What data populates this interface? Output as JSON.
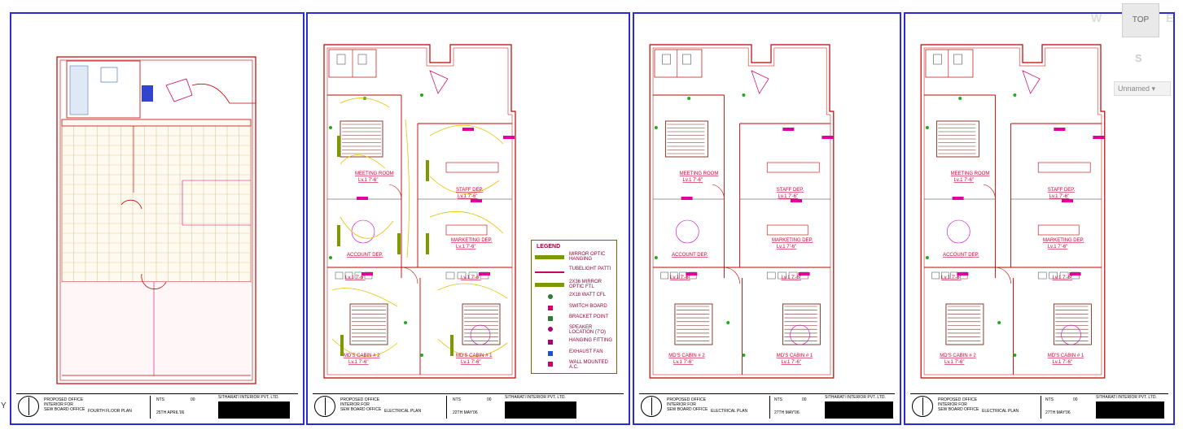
{
  "viewcube": {
    "top": "TOP",
    "west": "W",
    "east": "E",
    "south": "S",
    "view_name": "Unnamed"
  },
  "axis_label": "Y",
  "sheets": [
    {
      "plan_title": "FOURTH FLOOR PLAN",
      "project": [
        "PROPOSED OFFICE",
        "INTERIOR FOR",
        "SEW BOARD OFFICE"
      ],
      "scale": "NTS",
      "rev": "00",
      "date": "25TH APRIL'06",
      "firm": "SITHARATI INTERIOR PVT. LTD."
    },
    {
      "plan_title": "ELECTRICAL PLAN",
      "project": [
        "PROPOSED OFFICE",
        "INTERIOR FOR",
        "SEW BOARD OFFICE"
      ],
      "scale": "NTS",
      "rev": "00",
      "date": "22TH MAY'06",
      "firm": "SITHARATI INTERIOR PVT. LTD."
    },
    {
      "plan_title": "ELECTRICAL PLAN",
      "project": [
        "PROPOSED OFFICE",
        "INTERIOR FOR",
        "SEW BOARD OFFICE"
      ],
      "scale": "NTS",
      "rev": "00",
      "date": "27TH MAY'06",
      "firm": "SITHARATI INTERIOR PVT. LTD."
    },
    {
      "plan_title": "ELECTRICAL PLAN",
      "project": [
        "PROPOSED OFFICE",
        "INTERIOR FOR",
        "SEW BOARD OFFICE"
      ],
      "scale": "NTS",
      "rev": "00",
      "date": "27TH MAY'06",
      "firm": "SITHARATI INTERIOR PVT. LTD."
    }
  ],
  "rooms": {
    "meeting": "MEETING ROOM",
    "meeting_lvl": "Lv.1 7'-6\"",
    "staff": "STAFF DEP.",
    "staff_lvl": "Lv.1 7'-6\"",
    "marketing": "MARKETING DEP.",
    "marketing_lvl": "Lv.1 7'-6\"",
    "account": "ACCOUNT DEP.",
    "cabin2": "MD'S CABIN # 2",
    "cabin2_lvl": "Lv.1 7'-6\"",
    "cabin1": "MD'S CABIN # 1",
    "cabin1_lvl": "Lv.1 7'-6\"",
    "corridor_lvl": "Lv.1 7'-6\""
  },
  "legend": {
    "title": "LEGEND",
    "items": [
      {
        "label": "MIRROR OPTIC HANGING",
        "symbol": "mirror-optic-icon",
        "color": "#7a9a00"
      },
      {
        "label": "TUBELIGHT PATTI",
        "symbol": "tubelight-icon",
        "color": "#cc0066"
      },
      {
        "label": "2X36 MIRROR OPTIC FTL",
        "symbol": "mirror-optic-ftl-icon",
        "color": "#7a9a00"
      },
      {
        "label": "2X18 WATT CFL",
        "symbol": "cfl-icon",
        "color": "#2e7d32"
      },
      {
        "label": "SWITCH BOARD",
        "symbol": "switch-board-icon",
        "color": "#cc0066"
      },
      {
        "label": "BRACKET POINT",
        "symbol": "bracket-point-icon",
        "color": "#2e7d32"
      },
      {
        "label": "SPEAKER LOCATION (7'O)",
        "symbol": "speaker-icon",
        "color": "#aa0077"
      },
      {
        "label": "HANGING FITTING",
        "symbol": "hanging-fitting-icon",
        "color": "#aa0077"
      },
      {
        "label": "EXHAUST FAN",
        "symbol": "exhaust-fan-icon",
        "color": "#1a4fd6"
      },
      {
        "label": "WALL MOUNTED A.C.",
        "symbol": "ac-icon",
        "color": "#cc0066"
      }
    ]
  },
  "colors": {
    "sheet_border": "#2b2bd6",
    "wall": "#c00000",
    "wiring": "#e6c000",
    "grid": "#d8c9a0",
    "furniture": "#7a2a1a",
    "label": "#cc0033"
  }
}
